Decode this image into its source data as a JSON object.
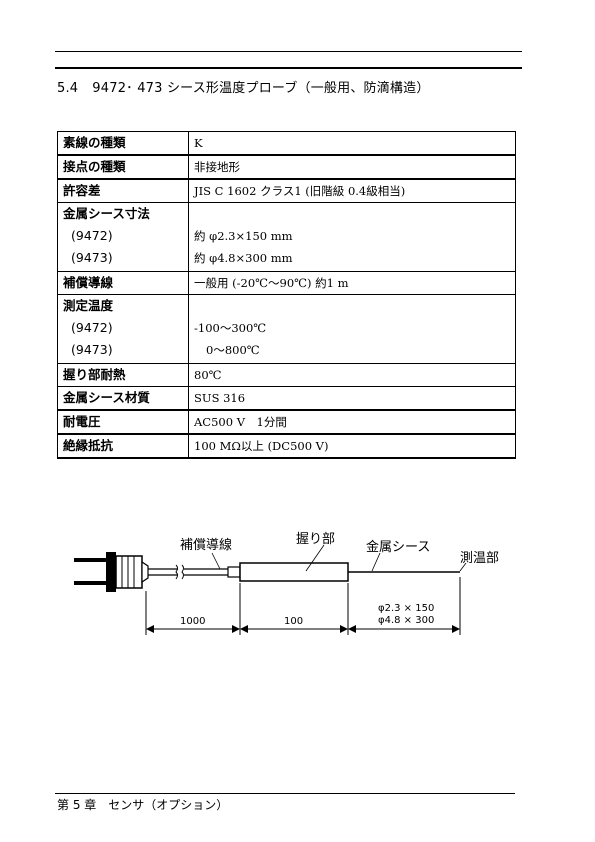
{
  "section": {
    "number": "5.4",
    "title": "9472･ 473 シース形温度プローブ（一般用、防滴構造）"
  },
  "spec_table": {
    "rows": [
      {
        "label": "素線の種類",
        "value": "K"
      },
      {
        "label": "接点の種類",
        "value": "非接地形"
      },
      {
        "label": "許容差",
        "value": "JIS C 1602 クラス1 (旧階級 0.4級相当)"
      },
      {
        "label": "金属シース寸法",
        "sub_labels": [
          "(9472)",
          "(9473)"
        ],
        "sub_values": [
          "約 φ2.3×150 mm",
          "約 φ4.8×300 mm"
        ]
      },
      {
        "label": "補償導線",
        "value": "一般用 (-20℃～90℃) 約1 m"
      },
      {
        "label": "測定温度",
        "sub_labels": [
          "(9472)",
          "(9473)"
        ],
        "sub_values": [
          "-100～300℃",
          "0～800℃"
        ]
      },
      {
        "label": "握り部耐熱",
        "value": "80℃"
      },
      {
        "label": "金属シース材質",
        "value": "SUS 316"
      },
      {
        "label": "耐電圧",
        "value": "AC500 V　1分間"
      },
      {
        "label": "絶縁抵抗",
        "value": "100 MΩ以上 (DC500 V)"
      }
    ]
  },
  "diagram": {
    "labels": {
      "compensating_lead": "補償導線",
      "grip": "握り部",
      "metal_sheath": "金属シース",
      "sensing_part": "測温部"
    },
    "dimensions": {
      "lead_length": "1000",
      "grip_length": "100",
      "sheath_9472": "φ2.3 × 150",
      "sheath_9473": "φ4.8 × 300"
    }
  },
  "footer": {
    "chapter": "第 5 章　センサ（オプション）"
  }
}
